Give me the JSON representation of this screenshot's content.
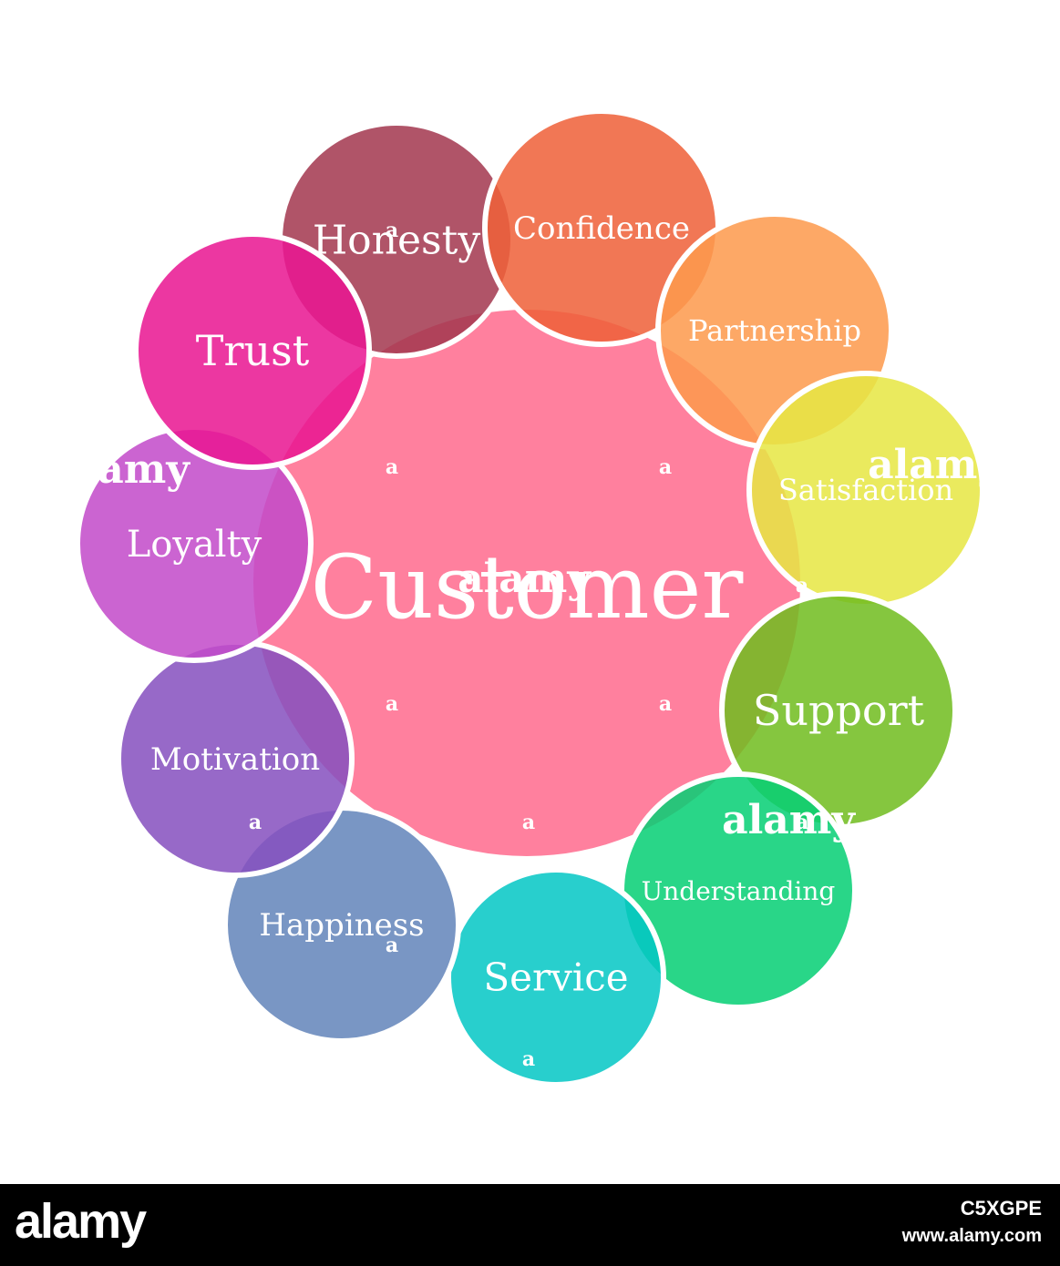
{
  "center": {
    "label": "Customer",
    "color": "#ff809e"
  },
  "nodes": [
    {
      "id": "honesty",
      "label": "Honesty",
      "color": "#a3384f"
    },
    {
      "id": "confidence",
      "label": "Confidence",
      "color": "#ef6139"
    },
    {
      "id": "partnership",
      "label": "Partnership",
      "color": "#fd9a4d"
    },
    {
      "id": "satisfaction",
      "label": "Satisfaction",
      "color": "#e7e643"
    },
    {
      "id": "support",
      "label": "Support",
      "color": "#71bd1f"
    },
    {
      "id": "understanding",
      "label": "Understanding",
      "color": "#06cf75"
    },
    {
      "id": "service",
      "label": "Service",
      "color": "#05c7c5"
    },
    {
      "id": "happiness",
      "label": "Happiness",
      "color": "#6385ba"
    },
    {
      "id": "motivation",
      "label": "Motivation",
      "color": "#8650bf"
    },
    {
      "id": "loyalty",
      "label": "Loyalty",
      "color": "#c34ac9"
    },
    {
      "id": "trust",
      "label": "Trust",
      "color": "#e91691"
    }
  ],
  "watermark": {
    "text": "alamy",
    "glyph": "a"
  },
  "footer": {
    "logo": "alamy",
    "image_id": "C5XGPE",
    "url": "www.alamy.com"
  }
}
